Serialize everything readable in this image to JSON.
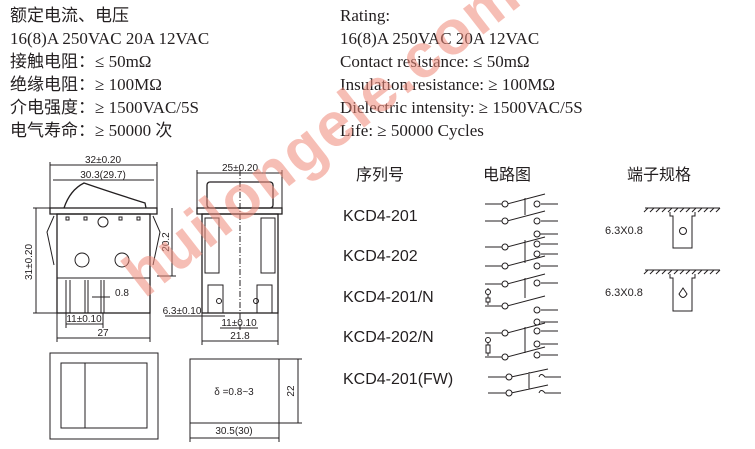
{
  "spec_cn": {
    "lines": [
      "额定电流、电压",
      "16(8)A 250VAC 20A 12VAC",
      "接触电阻：≤ 50mΩ",
      "绝缘电阻：≥ 100MΩ",
      "介电强度：≥ 1500VAC/5S",
      "电气寿命：≥ 50000 次"
    ]
  },
  "spec_en": {
    "lines": [
      "Rating:",
      "16(8)A 250VAC 20A 12VAC",
      "Contact resistance: ≤ 50mΩ",
      "Insulation resistance: ≥ 100MΩ",
      "Dielectric intensity: ≥ 1500VAC/5S",
      "Life: ≥ 50000 Cycles"
    ]
  },
  "drawing": {
    "front": {
      "width_outer": "32±0.20",
      "width_rocker": "30.3(29.7)",
      "height": "31±0.20",
      "body_height": "20.2",
      "pin_gap": "0.8",
      "pin_pitch": "11±0.10",
      "base_width": "27"
    },
    "side": {
      "width": "25±0.20",
      "terminal_width": "6.3±0.10",
      "pin_pitch": "11±0.10",
      "base_width": "21.8"
    },
    "cutout": {
      "thickness": "δ =0.8~3",
      "height": "22",
      "width": "30.5(30)"
    }
  },
  "table": {
    "headers": {
      "model": "序列号",
      "circuit": "电路图",
      "terminal": "端子规格"
    },
    "models": [
      "KCD4-201",
      "KCD4-202",
      "KCD4-201/N",
      "KCD4-202/N",
      "KCD4-201(FW)"
    ],
    "terminals": [
      "6.3X0.8",
      "6.3X0.8"
    ]
  },
  "watermark": "huilongele.com",
  "colors": {
    "ink": "#231f20",
    "watermark": "#f08a7a"
  }
}
